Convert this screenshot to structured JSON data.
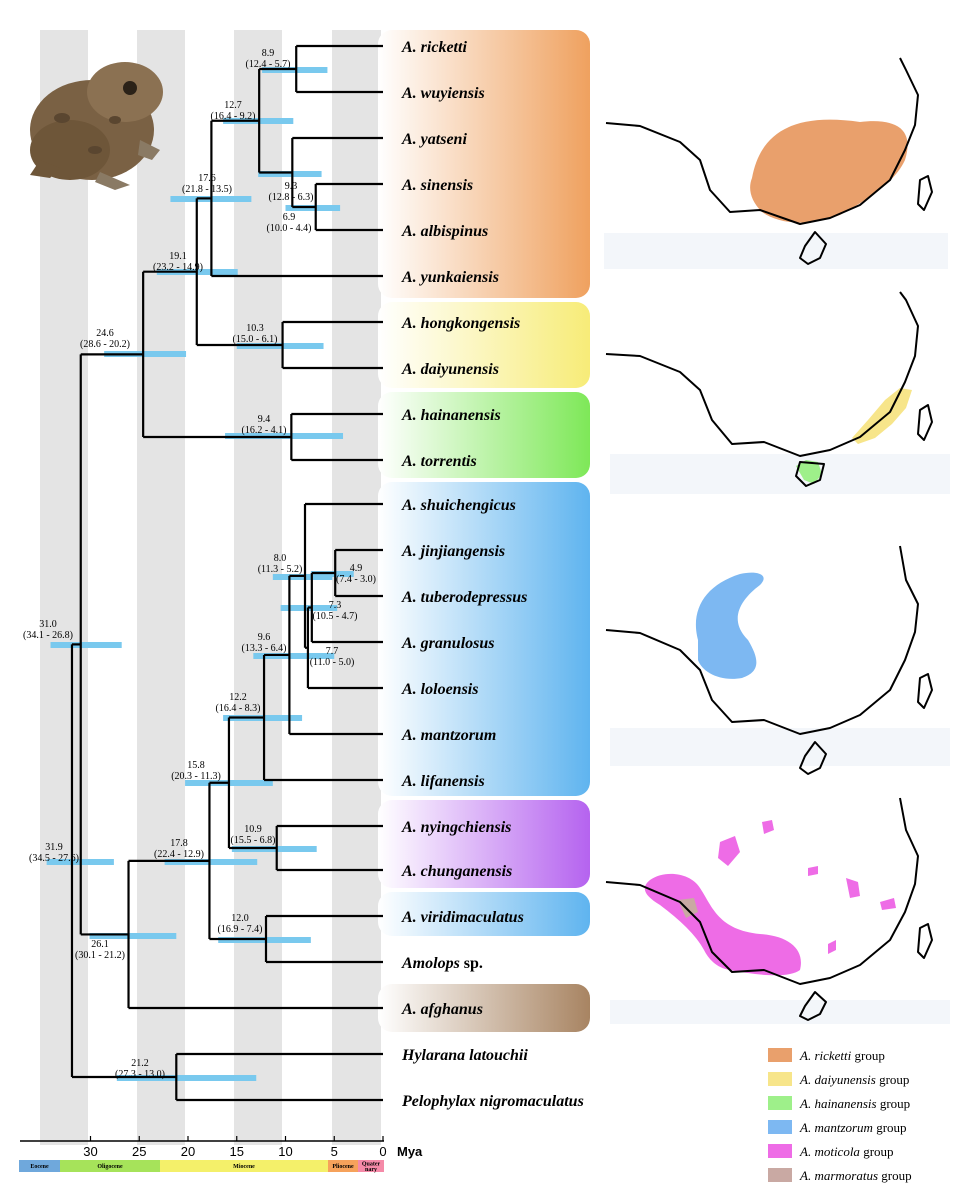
{
  "axis": {
    "unit": "Mya",
    "ticks": [
      30,
      25,
      20,
      15,
      10,
      5,
      0
    ]
  },
  "epochs": [
    {
      "name": "Eocene",
      "color": "#6fa8dc"
    },
    {
      "name": "Oligocene",
      "color": "#a6e35a"
    },
    {
      "name": "Miocene",
      "color": "#f4f06a"
    },
    {
      "name": "Pliocene",
      "color": "#f6a25b"
    },
    {
      "name": "Quater nary",
      "color": "#f58aa8"
    }
  ],
  "taxa": [
    {
      "genus": "A.",
      "species": "ricketti"
    },
    {
      "genus": "A.",
      "species": "wuyiensis"
    },
    {
      "genus": "A.",
      "species": "yatseni"
    },
    {
      "genus": "A.",
      "species": "sinensis"
    },
    {
      "genus": "A.",
      "species": "albispinus"
    },
    {
      "genus": "A.",
      "species": "yunkaiensis"
    },
    {
      "genus": "A.",
      "species": "hongkongensis"
    },
    {
      "genus": "A.",
      "species": "daiyunensis"
    },
    {
      "genus": "A.",
      "species": "hainanensis"
    },
    {
      "genus": "A.",
      "species": "torrentis"
    },
    {
      "genus": "A.",
      "species": "shuichengicus"
    },
    {
      "genus": "A.",
      "species": "jinjiangensis"
    },
    {
      "genus": "A.",
      "species": "tuberodepressus"
    },
    {
      "genus": "A.",
      "species": "granulosus"
    },
    {
      "genus": "A.",
      "species": "loloensis"
    },
    {
      "genus": "A.",
      "species": "mantzorum"
    },
    {
      "genus": "A.",
      "species": "lifanensis"
    },
    {
      "genus": "A.",
      "species": "nyingchiensis"
    },
    {
      "genus": "A.",
      "species": "chunganensis"
    },
    {
      "genus": "A.",
      "species": "viridimaculatus"
    },
    {
      "genus": "Amolops",
      "species": "sp."
    },
    {
      "genus": "A.",
      "species": "afghanus"
    },
    {
      "genus": "Hylarana",
      "species": "latouchii"
    },
    {
      "genus": "Pelophylax",
      "species": "nigromaculatus"
    }
  ],
  "nodes": [
    {
      "age": "8.9",
      "hpd": "(12.4 - 5.7)"
    },
    {
      "age": "12.7",
      "hpd": "(16.4 - 9.2)"
    },
    {
      "age": "17.6",
      "hpd": "(21.8 - 13.5)"
    },
    {
      "age": "9.3",
      "hpd": "(12.8 - 6.3)"
    },
    {
      "age": "6.9",
      "hpd": "(10.0 - 4.4)"
    },
    {
      "age": "19.1",
      "hpd": "(23.2 - 14.9)"
    },
    {
      "age": "24.6",
      "hpd": "(28.6 - 20.2)"
    },
    {
      "age": "10.3",
      "hpd": "(15.0 - 6.1)"
    },
    {
      "age": "9.4",
      "hpd": "(16.2 - 4.1)"
    },
    {
      "age": "8.0",
      "hpd": "(11.3 - 5.2)"
    },
    {
      "age": "4.9",
      "hpd": "(7.4 - 3.0)"
    },
    {
      "age": "7.3",
      "hpd": "(10.5 - 4.7)"
    },
    {
      "age": "9.6",
      "hpd": "(13.3 - 6.4)"
    },
    {
      "age": "7.7",
      "hpd": "(11.0 - 5.0)"
    },
    {
      "age": "31.0",
      "hpd": "(34.1 - 26.8)"
    },
    {
      "age": "12.2",
      "hpd": "(16.4 - 8.3)"
    },
    {
      "age": "15.8",
      "hpd": "(20.3 - 11.3)"
    },
    {
      "age": "10.9",
      "hpd": "(15.5 - 6.8)"
    },
    {
      "age": "31.9",
      "hpd": "(34.5 - 27.6)"
    },
    {
      "age": "17.8",
      "hpd": "(22.4 - 12.9)"
    },
    {
      "age": "12.0",
      "hpd": "(16.9 - 7.4)"
    },
    {
      "age": "26.1",
      "hpd": "(30.1 - 21.2)"
    },
    {
      "age": "21.2",
      "hpd": "(27.3 - 13.0)"
    }
  ],
  "groups": [
    {
      "species": "A. ricketti",
      "suffix": " group",
      "color": "#e9a06c"
    },
    {
      "species": "A. daiyunensis",
      "suffix": " group",
      "color": "#f7e58a"
    },
    {
      "species": "A. hainanensis",
      "suffix": " group",
      "color": "#9ef08a"
    },
    {
      "species": "A. mantzorum",
      "suffix": " group",
      "color": "#7db8f2"
    },
    {
      "species": "A. moticola",
      "suffix": " group",
      "color": "#ee6ce6"
    },
    {
      "species": "A. marmoratus",
      "suffix": " group",
      "color": "#c9a9a3"
    }
  ],
  "colors": {
    "bar": "#79c9ee",
    "branch": "#000000",
    "bg_band": "#e4e4e4"
  }
}
